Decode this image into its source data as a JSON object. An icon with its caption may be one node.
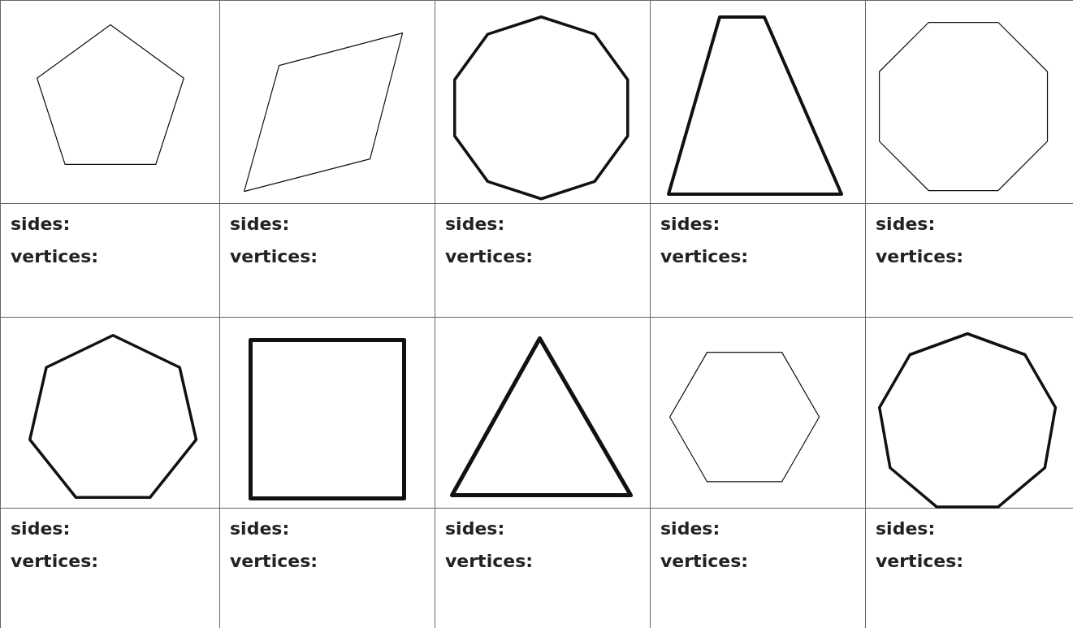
{
  "diagram": {
    "labels": [
      "sides:",
      "vertices:",
      "sides:",
      "vertices:",
      "sides:",
      "vertices:",
      "sides:",
      "vertices:",
      "sides:",
      "vertices:",
      "sides:",
      "vertices:",
      "sides:",
      "vertices:",
      "sides:",
      "vertices:",
      "sides:",
      "vertices:",
      "sides:",
      "vertices:"
    ]
  }
}
